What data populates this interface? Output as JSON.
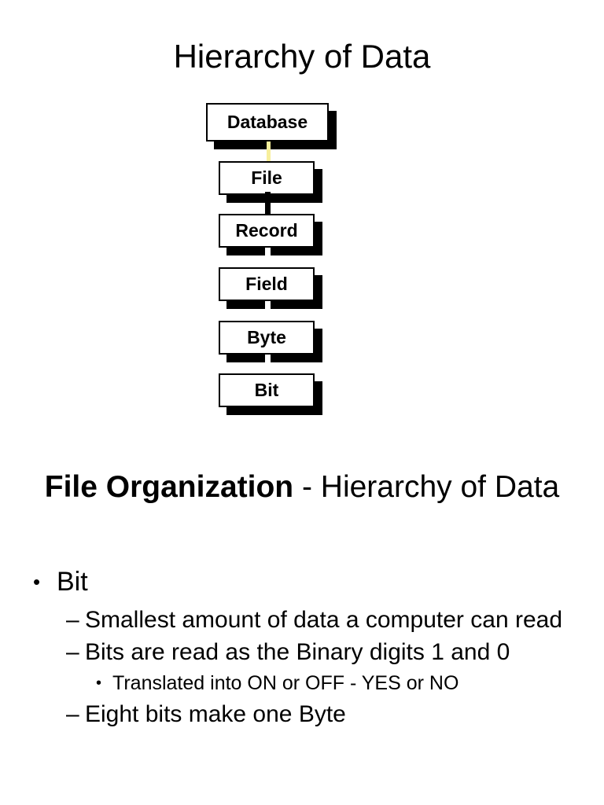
{
  "slide": {
    "title": "Hierarchy of Data",
    "background_color": "#ffffff",
    "text_color": "#000000"
  },
  "diagram": {
    "name": "hierarchy-of-data-stack",
    "shadow_color": "#000000",
    "box_fill": "#ffffff",
    "box_border": "#000000",
    "boxes": [
      {
        "label": "Database"
      },
      {
        "label": "File"
      },
      {
        "label": "Record"
      },
      {
        "label": "Field"
      },
      {
        "label": "Byte"
      },
      {
        "label": "Bit"
      }
    ],
    "connectors": [
      {
        "from": "Database",
        "to": "File",
        "color": "#f7ef9c"
      },
      {
        "from": "File",
        "to": "Record",
        "color": "#000000"
      },
      {
        "from": "Record",
        "to": "Field",
        "color": "#ffffff"
      },
      {
        "from": "Field",
        "to": "Byte",
        "color": "#ffffff"
      },
      {
        "from": "Byte",
        "to": "Bit",
        "color": "#ffffff"
      }
    ]
  },
  "body": {
    "heading_bold": "File Organization",
    "heading_rest": " - Hierarchy of Data",
    "outline": {
      "item1": "Bit",
      "sub1": "Smallest amount of data a computer can read",
      "sub2": "Bits are read as the Binary digits 1 and 0",
      "sub2_child": "Translated into ON or OFF  - YES or NO",
      "sub3": "Eight bits make one Byte"
    },
    "bullets": {
      "level1_mark": "•",
      "level2_mark": "–",
      "level3_mark": "•"
    }
  }
}
